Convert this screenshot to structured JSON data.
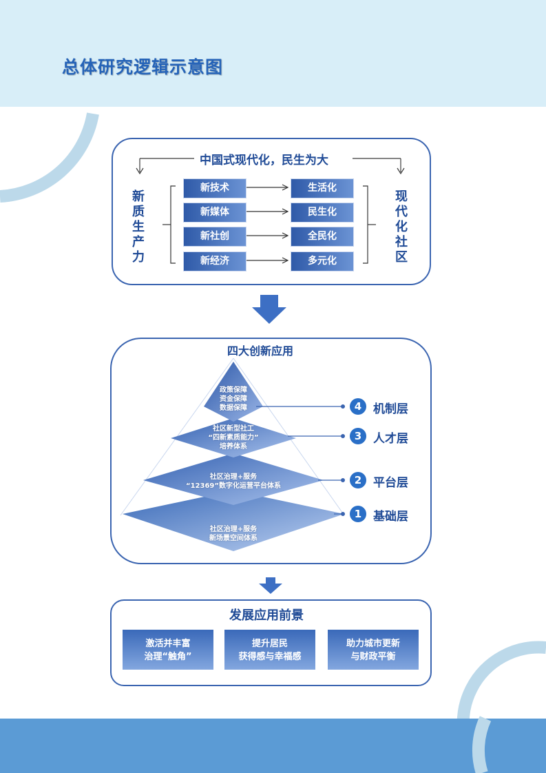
{
  "page": {
    "title": "总体研究逻辑示意图"
  },
  "section1": {
    "title": "中国式现代化，民生为大",
    "left_label": [
      "新",
      "质",
      "生",
      "产",
      "力"
    ],
    "right_label": [
      "现",
      "代",
      "化",
      "社",
      "区"
    ],
    "rows": [
      {
        "from": "新技术",
        "to": "生活化"
      },
      {
        "from": "新媒体",
        "to": "民生化"
      },
      {
        "from": "新社创",
        "to": "全民化"
      },
      {
        "from": "新经济",
        "to": "多元化"
      }
    ]
  },
  "section2": {
    "title": "四大创新应用",
    "layers": [
      {
        "num": "4",
        "name": "机制层",
        "text": [
          "政策保障",
          "资金保障",
          "数据保障"
        ]
      },
      {
        "num": "3",
        "name": "人才层",
        "text": [
          "社区新型社工",
          "“四新素质能力”",
          "培养体系"
        ]
      },
      {
        "num": "2",
        "name": "平台层",
        "text": [
          "社区治理+服务",
          "“12369”数字化运营平台体系"
        ]
      },
      {
        "num": "1",
        "name": "基础层",
        "text": [
          "社区治理+服务",
          "新场景空间体系"
        ]
      }
    ]
  },
  "section3": {
    "title": "发展应用前景",
    "cards": [
      {
        "lines": [
          "激活并丰富",
          "治理“触角”"
        ]
      },
      {
        "lines": [
          "提升居民",
          "获得感与幸福感"
        ]
      },
      {
        "lines": [
          "助力城市更新",
          "与财政平衡"
        ]
      }
    ]
  },
  "colors": {
    "header_bg": "#d8eef8",
    "title": "#2563b8",
    "footer_bg": "#5b9bd5",
    "border": "#3a64b0",
    "accent_dark": "#1f4a96",
    "arrow": "#3d6fc4"
  },
  "icons": {
    "flow_arrow": "down-arrow-icon",
    "row_arrow": "right-arrow-icon"
  }
}
